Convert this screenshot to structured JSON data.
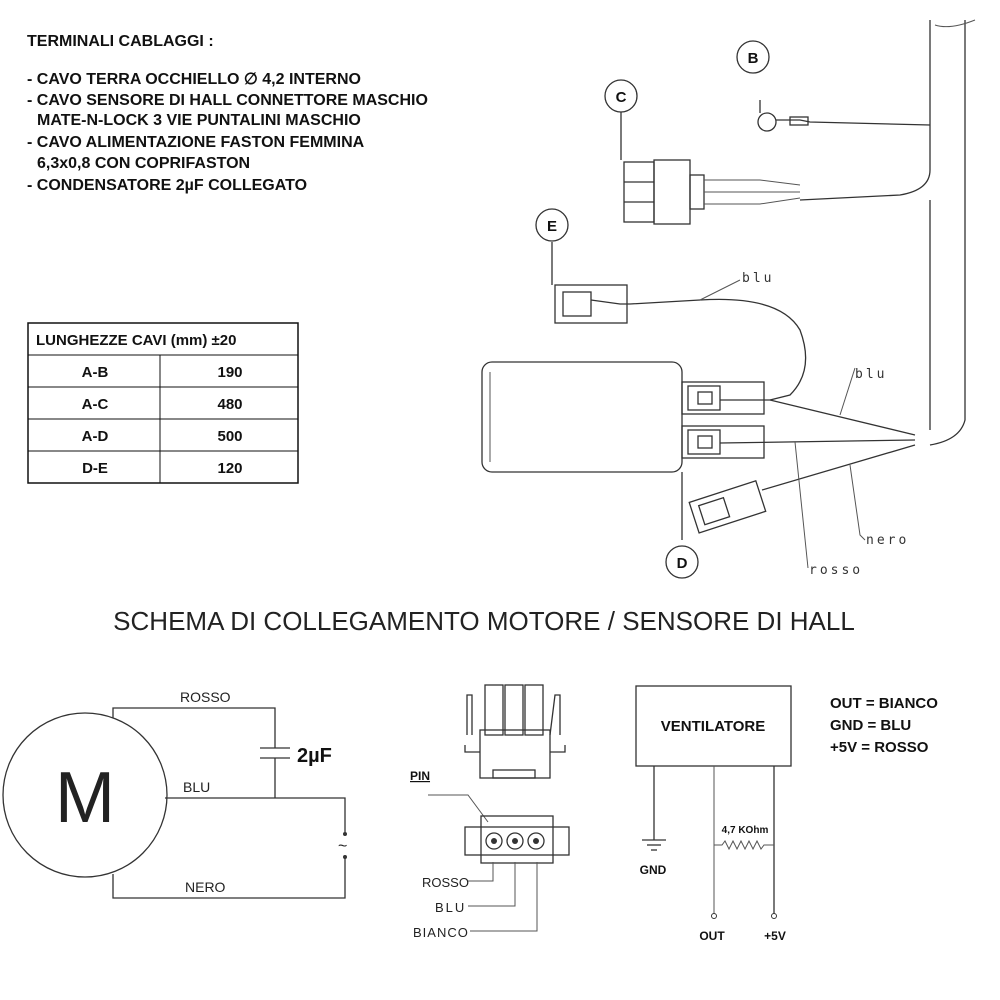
{
  "terminals": {
    "title": "TERMINALI CABLAGGI :",
    "lines": [
      "- CAVO TERRA OCCHIELLO ∅ 4,2 INTERNO",
      "- CAVO SENSORE DI HALL CONNETTORE MASCHIO",
      "MATE-N-LOCK 3 VIE PUNTALINI MASCHIO",
      "- CAVO ALIMENTAZIONE FASTON FEMMINA",
      "6,3x0,8 CON COPRIFASTON",
      "- CONDENSATORE 2µF COLLEGATO"
    ]
  },
  "table": {
    "header": "LUNGHEZZE CAVI (mm) ±20",
    "rows": [
      {
        "pair": "A-B",
        "length": "190"
      },
      {
        "pair": "A-C",
        "length": "480"
      },
      {
        "pair": "A-D",
        "length": "500"
      },
      {
        "pair": "D-E",
        "length": "120"
      }
    ]
  },
  "wiring": {
    "markers": [
      "B",
      "C",
      "E",
      "D"
    ],
    "wire_labels": {
      "blu_top": "blu",
      "blu_mid": "blu",
      "nero": "nero",
      "rosso": "rosso"
    }
  },
  "schema_title": "SCHEMA DI COLLEGAMENTO MOTORE / SENSORE DI HALL",
  "motor": {
    "symbol": "M",
    "rosso": "ROSSO",
    "blu": "BLU",
    "nero": "NERO",
    "capacitor": "2µF",
    "ac_symbol": "~"
  },
  "connector": {
    "pin_label": "PIN",
    "wires": [
      "ROSSO",
      "BLU",
      "BIANCO"
    ]
  },
  "fan": {
    "box_label": "VENTILATORE",
    "gnd": "GND",
    "out": "OUT",
    "plus5v": "+5V",
    "resistor": "4,7 KOhm",
    "legend": [
      "OUT = BIANCO",
      "GND = BLU",
      "+5V = ROSSO"
    ]
  }
}
